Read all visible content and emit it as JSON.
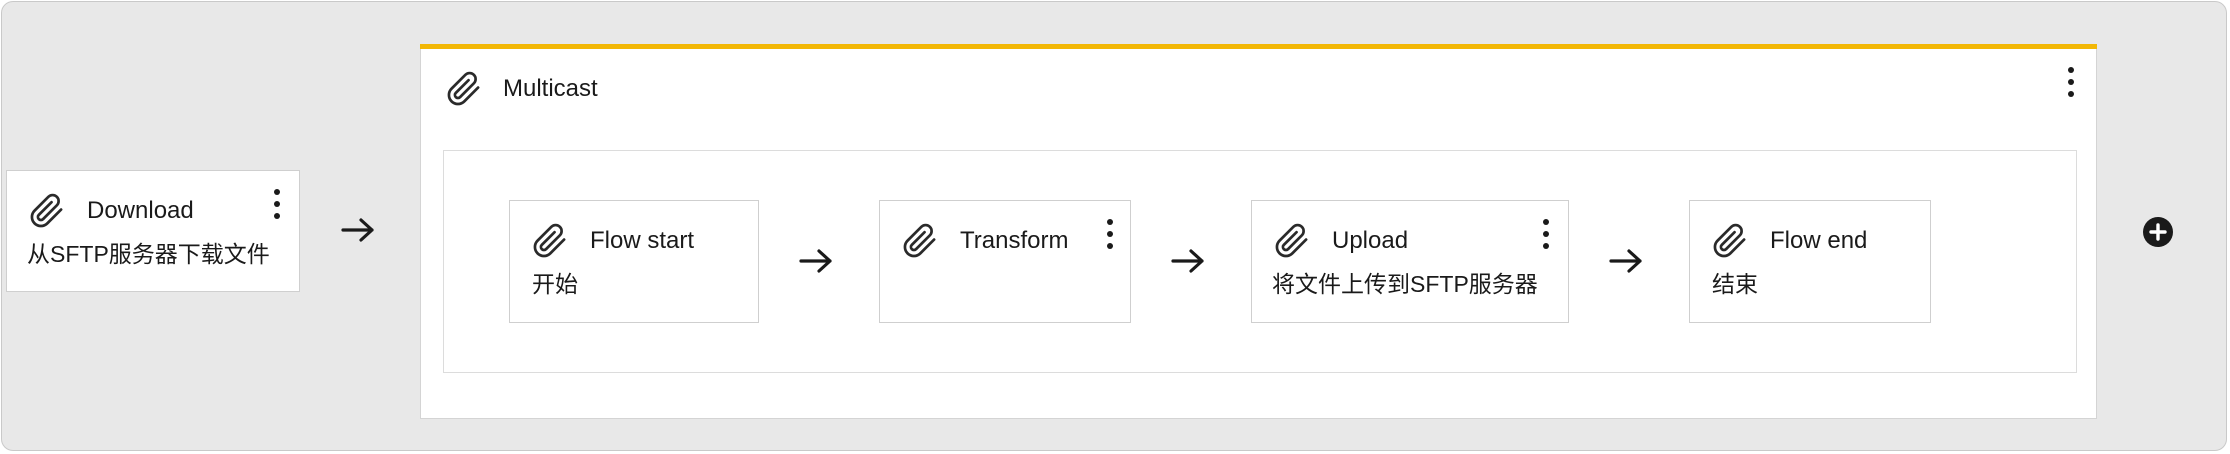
{
  "download": {
    "title": "Download",
    "description": "从SFTP服务器下载文件"
  },
  "multicast": {
    "title": "Multicast",
    "accent_color": "#f2b705",
    "steps": {
      "flow_start": {
        "title": "Flow start",
        "description": "开始"
      },
      "transform": {
        "title": "Transform",
        "description": ""
      },
      "upload": {
        "title": "Upload",
        "description": "将文件上传到SFTP服务器"
      },
      "flow_end": {
        "title": "Flow end",
        "description": "结束"
      }
    }
  },
  "icons": {
    "node_icon": "paperclip-icon",
    "menu_icon": "more-vertical-icon",
    "connector_icon": "arrow-right-icon",
    "add_icon": "plus-circle-icon"
  }
}
